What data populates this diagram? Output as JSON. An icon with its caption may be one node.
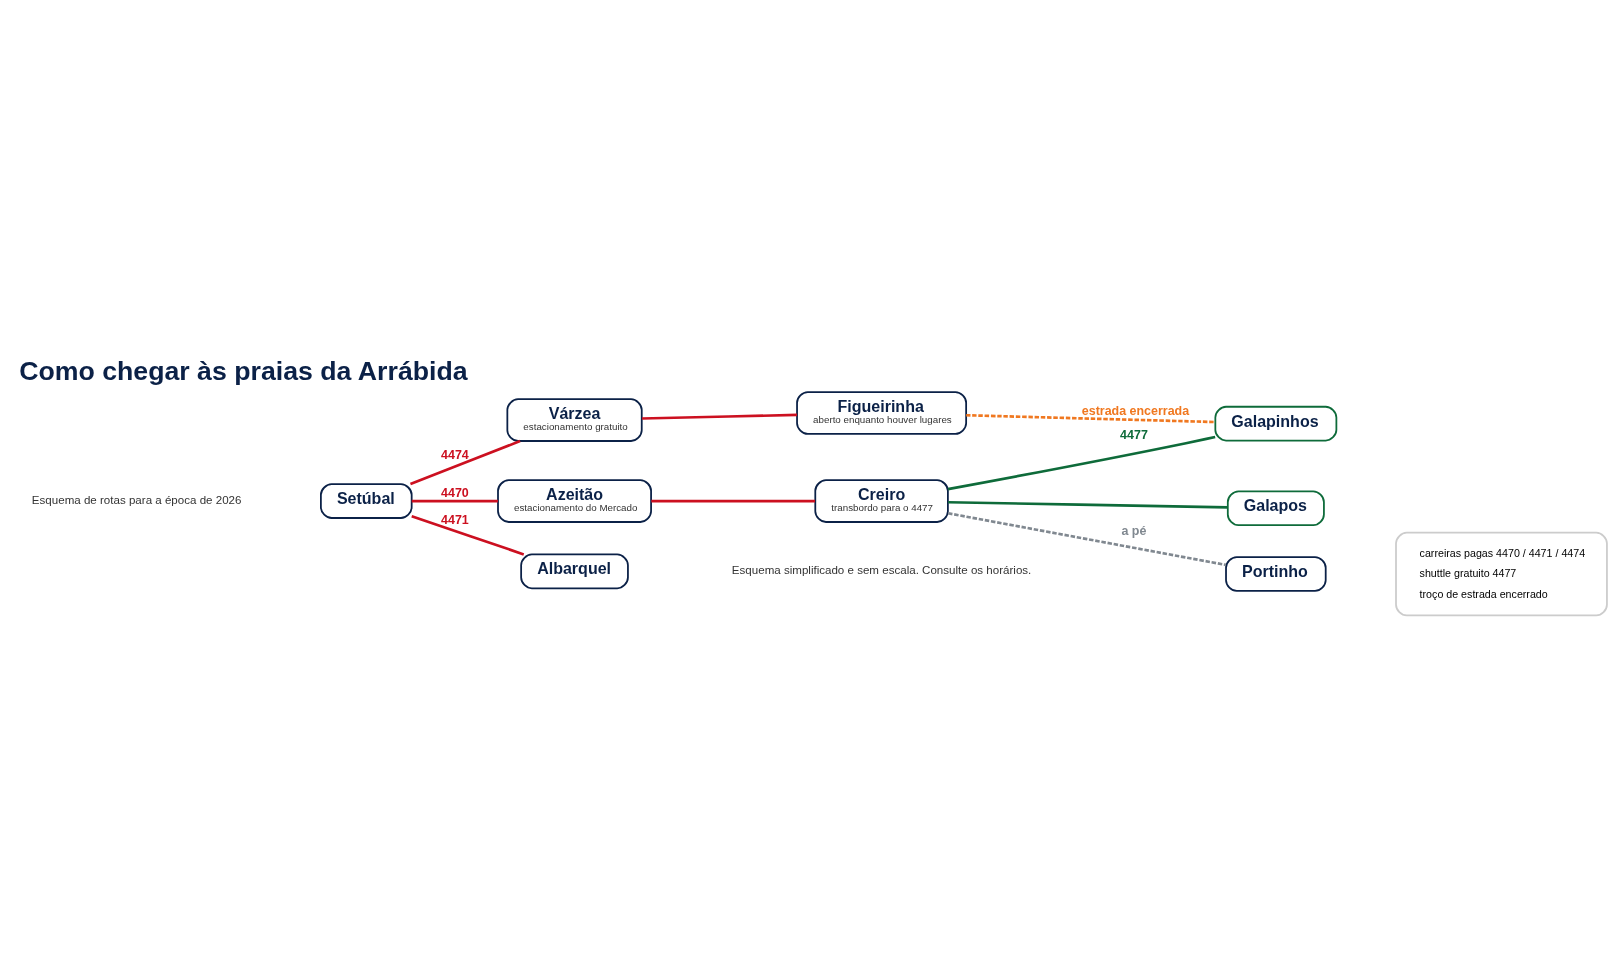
{
  "diagram": {
    "title": "Como chegar às praias da Arrábida",
    "nodes": [
      {
        "text": [
          "Setúbal"
        ]
      },
      {
        "text": [
          "Várzea",
          "estacionamento gratuito"
        ]
      },
      {
        "text": [
          "Figueirinha",
          "aberto enquanto houver lugares"
        ]
      },
      {
        "text": [
          "Azeitão",
          "estacionamento do Mercado"
        ]
      },
      {
        "text": [
          "Creiro",
          "transbordo para o 4477"
        ]
      },
      {
        "text": [
          "Galapinhos"
        ]
      },
      {
        "text": [
          "Galapos"
        ]
      },
      {
        "text": [
          "Albarquel"
        ]
      },
      {
        "text": [
          "Portinho"
        ]
      }
    ],
    "edges": [
      {
        "from": 0,
        "to": 1,
        "arrow": "none",
        "label": "4474"
      },
      {
        "from": 1,
        "to": 2,
        "arrow": "none"
      },
      {
        "from": 2,
        "to": 5,
        "arrow": "none",
        "label": "estrada encerrada",
        "style": "dashed",
        "color": "#f07820"
      },
      {
        "from": 0,
        "to": 3,
        "arrow": "none",
        "label": "4470"
      },
      {
        "from": 3,
        "to": 4,
        "arrow": "none"
      },
      {
        "from": 4,
        "to": 5,
        "arrow": "none",
        "label": "4477",
        "color": "#0e6b3a"
      },
      {
        "from": 4,
        "to": 6,
        "arrow": "none",
        "color": "#0e6b3a"
      },
      {
        "from": 0,
        "to": 7,
        "arrow": "none",
        "label": "4471"
      },
      {
        "from": 4,
        "to": 8,
        "arrow": "none",
        "label": "a pé",
        "style": "dashed",
        "color": "#808890"
      }
    ],
    "labels": [
      "Esquema de rotas para a época de 2026",
      "Esquema simplificado e sem escala. Consulte os horários."
    ],
    "legend": [
      {
        "text": "carreiras pagas 4470 / 4471 / 4474"
      },
      {
        "text": "shuttle gratuito 4477"
      },
      {
        "text": "troço de estrada encerrado"
      }
    ]
  }
}
